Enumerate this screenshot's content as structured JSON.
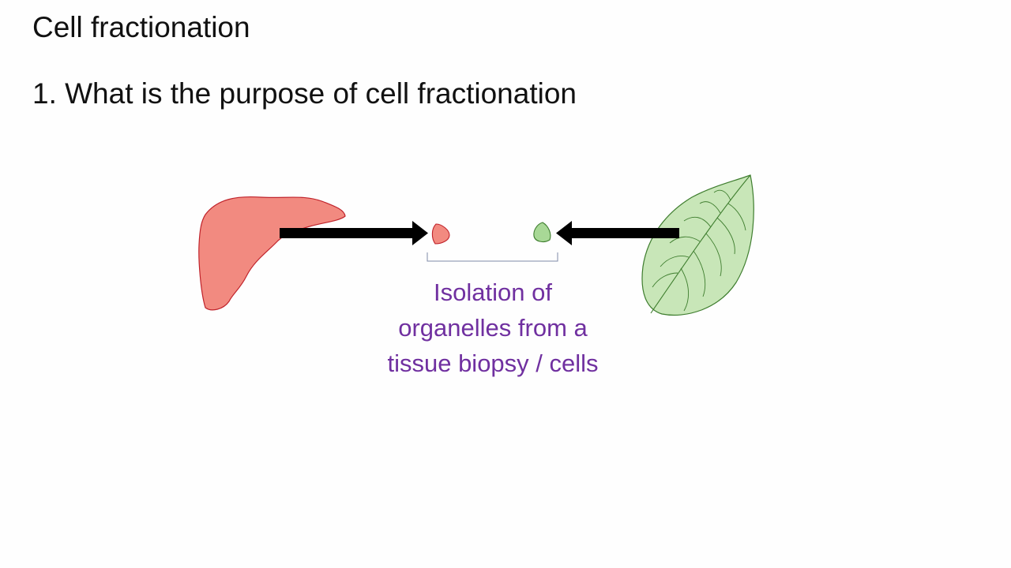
{
  "slide": {
    "title": "Cell fractionation",
    "question": "1. What is the purpose of cell fractionation"
  },
  "diagram": {
    "left_image": "liver-organ",
    "right_image": "leaf",
    "left_organelle": "red-organelle",
    "right_organelle": "green-organelle",
    "caption_lines": [
      "Isolation of",
      "organelles from a",
      "tissue biopsy / cells"
    ],
    "colors": {
      "liver_fill": "#f28a80",
      "liver_stroke": "#c0232b",
      "leaf_fill": "#c8e6b8",
      "leaf_stroke": "#3e7d2e",
      "arrow": "#000000",
      "caption": "#7030a0",
      "bracket": "#7f8ba8"
    }
  }
}
